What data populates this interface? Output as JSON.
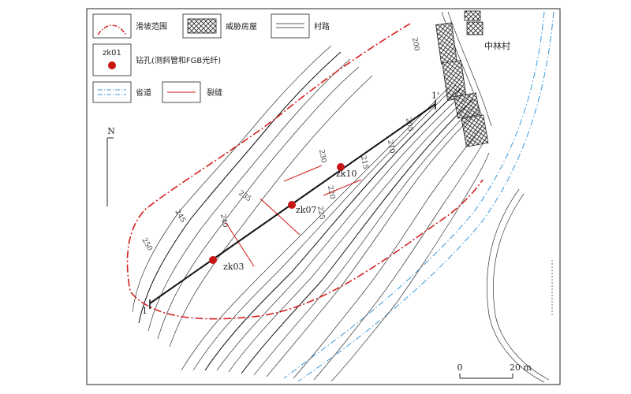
{
  "legend": {
    "landslide_label": "滑坡范围",
    "house_label": "威胁房屋",
    "road_label": "村路",
    "borehole_symbol_label": "zk01",
    "borehole_label": "钻孔(测斜管和FGB光纤)",
    "highway_label": "省道",
    "crack_label": "裂缝"
  },
  "map": {
    "village": "中林村",
    "north": "N",
    "profile_start": "1",
    "profile_end": "1'",
    "boreholes": [
      {
        "id": "zk03",
        "label": "zk03"
      },
      {
        "id": "zk07",
        "label": "zk07"
      },
      {
        "id": "zk10",
        "label": "zk10"
      }
    ],
    "contour_labels": [
      "200",
      "205",
      "210",
      "215",
      "220",
      "225",
      "230",
      "235",
      "240",
      "245",
      "250"
    ],
    "scale": {
      "zero": "0",
      "distance": "20 m"
    }
  },
  "colors": {
    "boundary": "#d42020",
    "borehole": "#c81414",
    "highway": "#3a9ad9",
    "crack": "#d42020",
    "ink": "#222222"
  }
}
